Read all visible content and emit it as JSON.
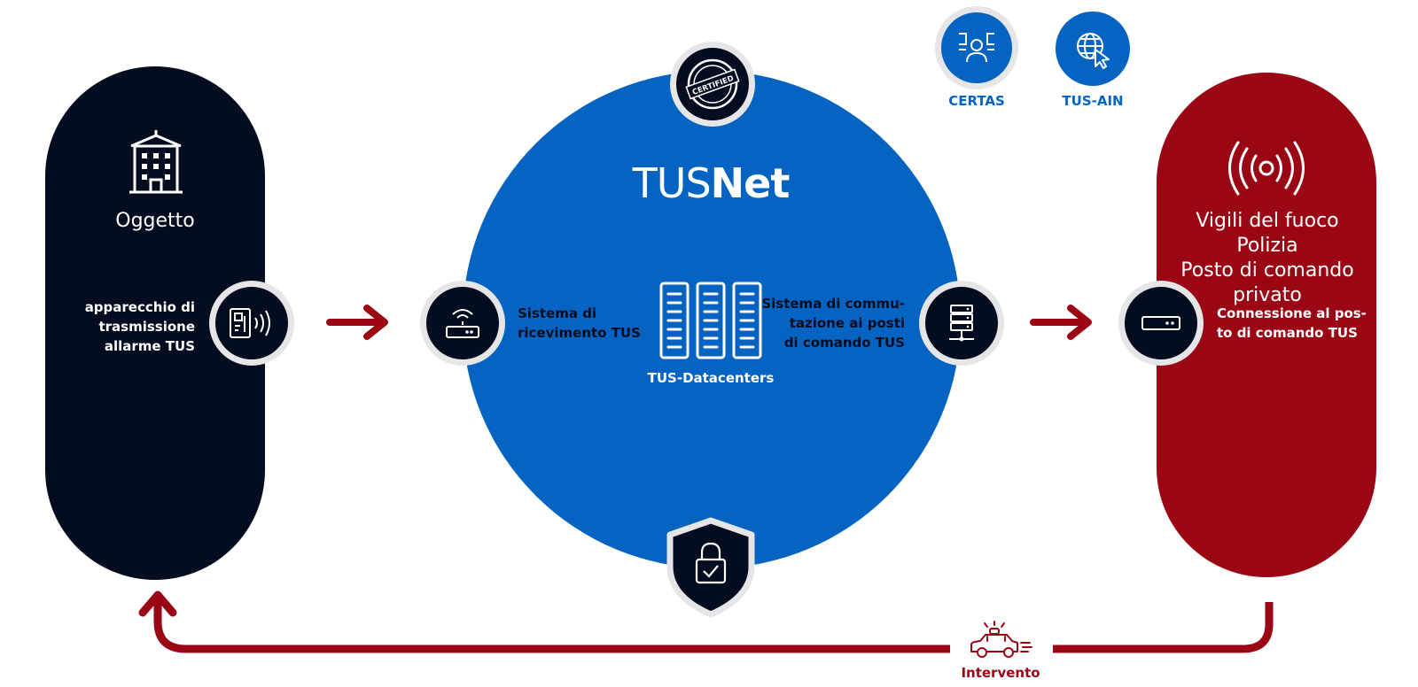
{
  "colors": {
    "navy": "#040c1f",
    "blue": "#0563c1",
    "red": "#9b0615",
    "ring": "#e6e6e8"
  },
  "left": {
    "title": "Oggetto",
    "device_label": "apparecchio di\ntrasmissione\nallarme TUS"
  },
  "center": {
    "brand_light": "TUS",
    "brand_bold": "Net",
    "certified_text": "CERTIFIED",
    "receiver_label": "Sistema di\nricevimento TUS",
    "datacenter_label": "TUS-Datacenters",
    "switching_label": "Sistema di commu-\ntazione ai posti\ndi comando TUS"
  },
  "top_right": {
    "certas": "CERTAS",
    "tusain": "TUS-AIN"
  },
  "right": {
    "title_line1": "Vigili del fuoco",
    "title_line2": "Polizia",
    "title_line3": "Posto di comando privato",
    "connection_label": "Connessione al pos-\nto di comando TUS"
  },
  "bottom": {
    "intervento": "Intervento"
  }
}
